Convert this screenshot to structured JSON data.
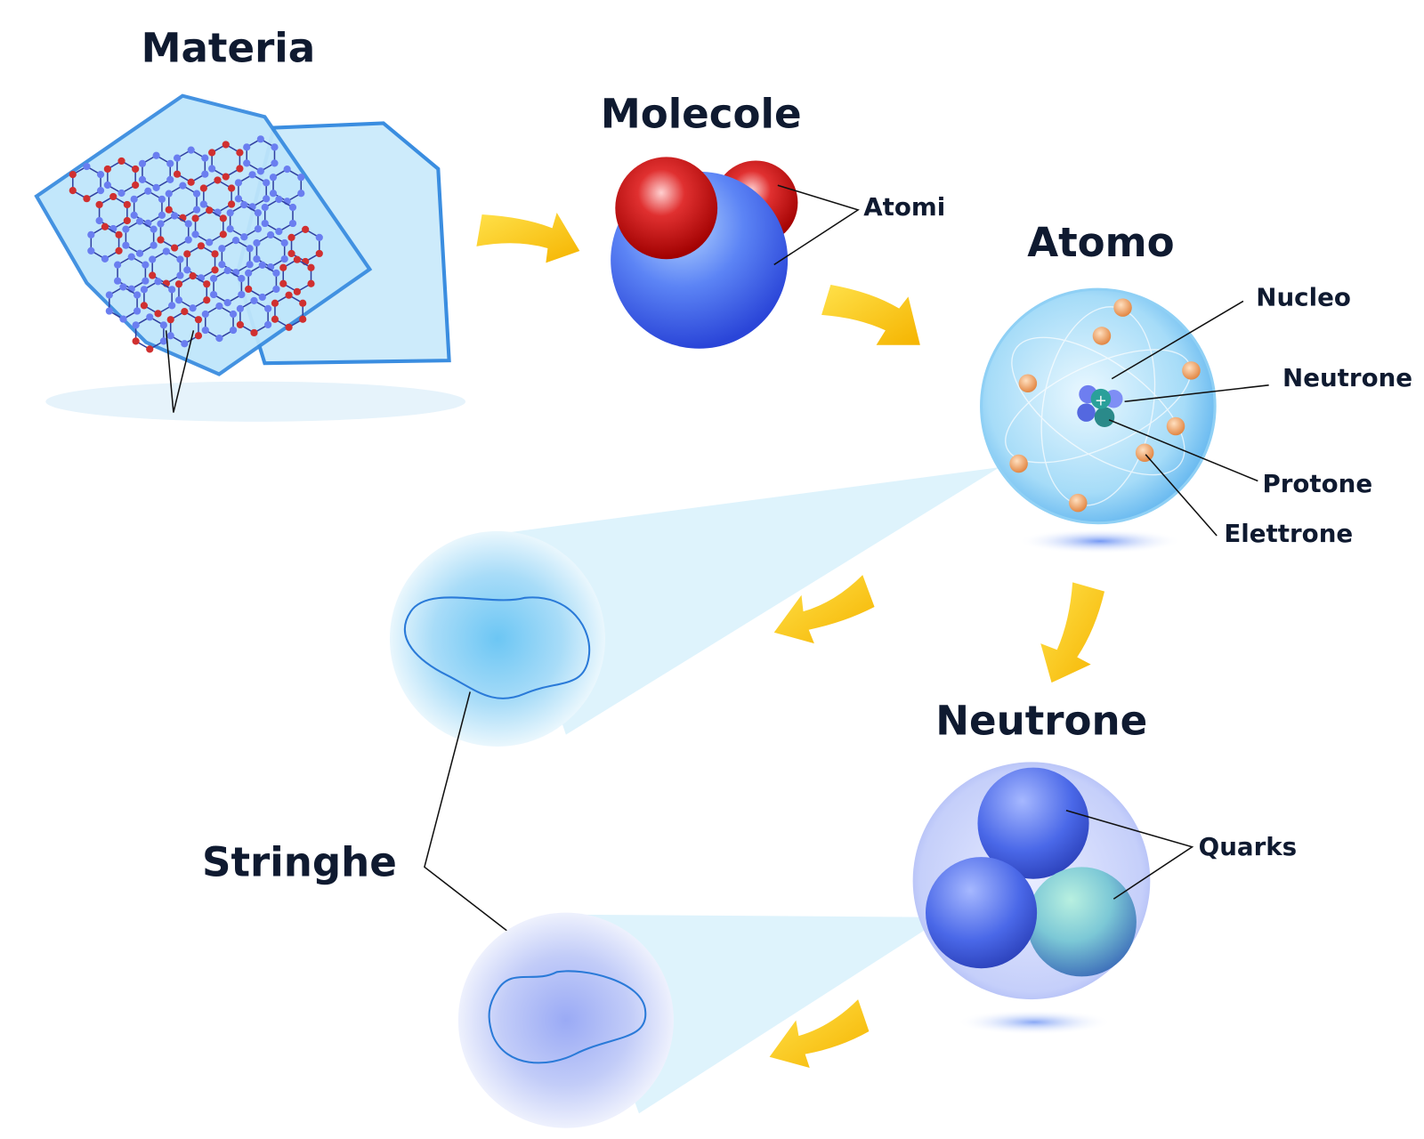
{
  "titles": {
    "materia": "Materia",
    "molecole": "Molecole",
    "atomo": "Atomo",
    "neutrone": "Neutrone",
    "stringhe": "Stringhe"
  },
  "labels": {
    "atomi": "Atomi",
    "nucleo": "Nucleo",
    "neutrone": "Neutrone",
    "protone": "Protone",
    "elettrone": "Elettrone",
    "quarks": "Quarks"
  },
  "colors": {
    "arrow": "#ffc400",
    "ice": "#bfe6fb",
    "ice_stroke": "#3a8de0",
    "beam": "#d8f1fc",
    "oxygen": "#cc1111",
    "hydrogen": "#4a6cf0",
    "electron": "#f0a060",
    "quark": "#4a68e8"
  }
}
